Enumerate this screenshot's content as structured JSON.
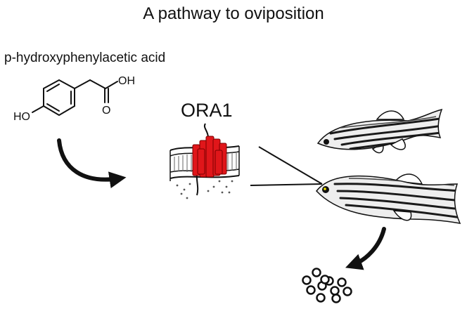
{
  "title": "A pathway to oviposition",
  "compound": {
    "name": "p-hydroxyphenylacetic acid",
    "ho_label": "HO",
    "oh_label": "OH",
    "o_label": "O"
  },
  "receptor": {
    "name": "ORA1",
    "color": "#e0161a"
  },
  "icons": [
    "curved-arrow-icon",
    "membrane-receptor-icon",
    "zebrafish-icon",
    "eggs-icon"
  ]
}
